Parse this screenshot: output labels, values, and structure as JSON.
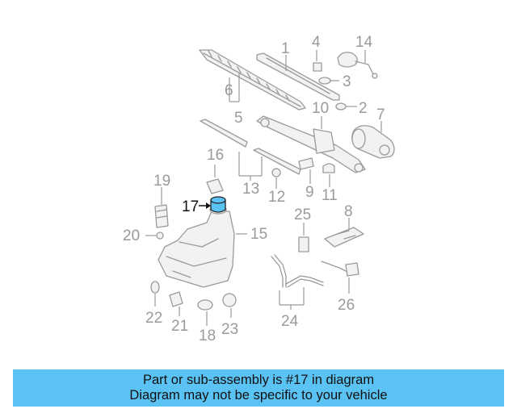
{
  "diagram": {
    "highlight_color": "#5bc2f4",
    "part_color": "#9a9a9a",
    "callouts": [
      "1",
      "2",
      "3",
      "4",
      "5",
      "6",
      "7",
      "8",
      "9",
      "10",
      "11",
      "12",
      "13",
      "14",
      "15",
      "16",
      "17",
      "18",
      "19",
      "20",
      "21",
      "22",
      "23",
      "24",
      "25",
      "26"
    ]
  },
  "banner": {
    "line1": "Part or sub-assembly is #17 in diagram",
    "line2": "Diagram may not be specific to your vehicle",
    "color": "#5bc2f4"
  }
}
